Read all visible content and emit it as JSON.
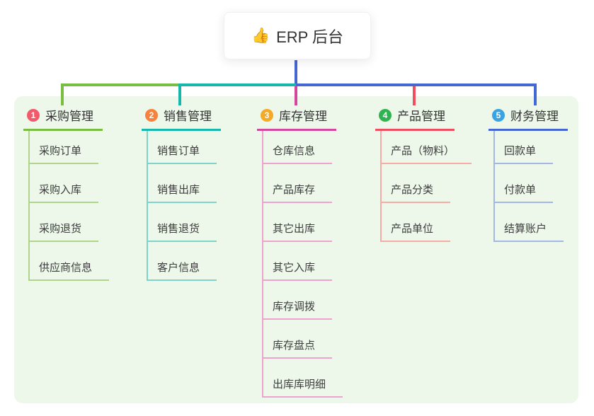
{
  "root": {
    "emoji_icon": "👍",
    "label": "ERP 后台"
  },
  "canvas": {
    "background": "#ffffff",
    "panel_background": "#EDF8EA"
  },
  "connector": {
    "trunk_color": "#4467D2"
  },
  "branches": [
    {
      "badge": "1",
      "title": "采购管理",
      "badge_color": "#F25A6B",
      "line_color": "#79BE41",
      "child_line_color": "#AED589",
      "items": [
        "采购订单",
        "采购入库",
        "采购退货",
        "供应商信息"
      ]
    },
    {
      "badge": "2",
      "title": "销售管理",
      "badge_color": "#F6823E",
      "line_color": "#16B8AC",
      "child_line_color": "#7ED3CA",
      "items": [
        "销售订单",
        "销售出库",
        "销售退货",
        "客户信息"
      ]
    },
    {
      "badge": "3",
      "title": "库存管理",
      "badge_color": "#F4A928",
      "line_color": "#D4479C",
      "child_line_color": "#EDA3CF",
      "items": [
        "仓库信息",
        "产品库存",
        "其它出库",
        "其它入库",
        "库存调拨",
        "库存盘点",
        "出库库明细"
      ]
    },
    {
      "badge": "4",
      "title": "产品管理",
      "badge_color": "#2FB350",
      "line_color": "#F04E60",
      "child_line_color": "#F6ACA6",
      "items": [
        "产品（物料）",
        "产品分类",
        "产品单位"
      ]
    },
    {
      "badge": "5",
      "title": "财务管理",
      "badge_color": "#39A3E4",
      "line_color": "#4467D2",
      "child_line_color": "#A2B7E6",
      "items": [
        "回款单",
        "付款单",
        "结算账户"
      ]
    }
  ]
}
